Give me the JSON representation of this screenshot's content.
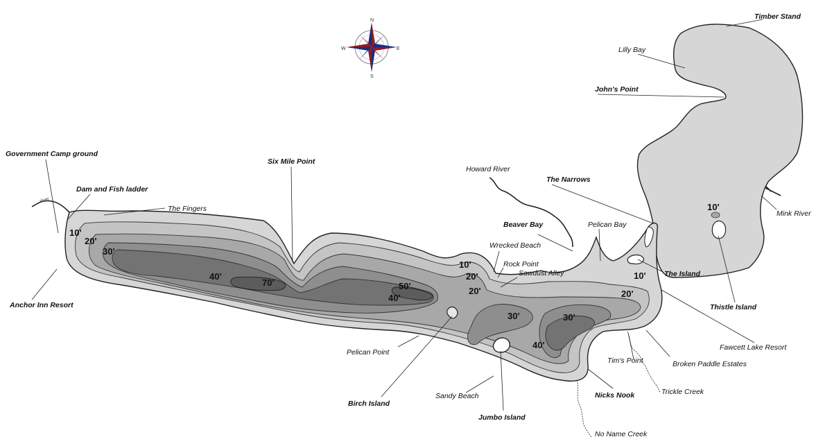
{
  "colors": {
    "background": "#ffffff",
    "water_shallow": "#d6d6d6",
    "water_10": "#c4c4c4",
    "water_20": "#a8a8a8",
    "water_30": "#8e8e8e",
    "water_40": "#737373",
    "water_deep": "#5c5c5c",
    "compass_red": "#8b1a2b",
    "compass_blue": "#1c2c7a"
  },
  "compass": {
    "icon": "compass-rose-icon",
    "n": "N",
    "s": "S",
    "e": "E",
    "w": "W"
  },
  "places": {
    "timber_stand": "Timber Stand",
    "lilly_bay": "Lilly Bay",
    "johns_point": "John's Point",
    "government_camp": "Government Camp ground",
    "six_mile_point": "Six Mile Point",
    "howard_river": "Howard River",
    "the_narrows": "The Narrows",
    "dam": "Dam and Fish ladder",
    "the_fingers": "The Fingers",
    "mink_river": "Mink River",
    "beaver_bay": "Beaver Bay",
    "pelican_bay": "Pelican Bay",
    "wrecked_beach": "Wrecked Beach",
    "rock_point": "Rock Point",
    "sawdust_alley": "Sawdust Alley",
    "the_island": "The Island",
    "anchor_inn": "Anchor Inn Resort",
    "thistle_island": "Thistle Island",
    "fawcett_lake_resort": "Fawcett Lake Resort",
    "pelican_point": "Pelican Point",
    "tims_point": "Tim's Point",
    "broken_paddle": "Broken Paddle Estates",
    "birch_island": "Birch Island",
    "sandy_beach": "Sandy Beach",
    "nicks_nook": "Nicks Nook",
    "trickle_creek": "Trickle Creek",
    "jumbo_island": "Jumbo Island",
    "no_name_creek": "No Name Creek",
    "river_mark": "river"
  },
  "depths": {
    "d10_west": "10'",
    "d20_west": "20'",
    "d30_west": "30'",
    "d40_west": "40'",
    "d70": "70'",
    "d50": "50'",
    "d40_mid": "40'",
    "d10_mid": "10'",
    "d20_mid_a": "20'",
    "d20_mid_b": "20'",
    "d30_mid": "30'",
    "d40_east": "40'",
    "d30_east": "30'",
    "d20_east": "20'",
    "d10_east": "10'",
    "d10_north": "10'"
  }
}
